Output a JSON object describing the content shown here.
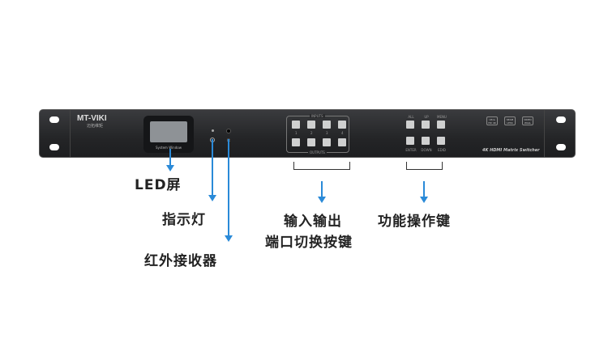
{
  "device": {
    "brand": "MT-VIKI",
    "brand_sub": "迈拓维矩",
    "lcd_caption": "System Window",
    "ir_label": "IR",
    "inputs_label": "INPUTS",
    "outputs_label": "OUTPUTS",
    "port_numbers": [
      "1",
      "2",
      "3",
      "4"
    ],
    "function_top": [
      "ALL",
      "UP",
      "MENU"
    ],
    "function_bottom": [
      "ENTER",
      "DOWN",
      "EDID"
    ],
    "badges": [
      "Ultra HD 4K",
      "SEAM LESS",
      "VIDEO WALL"
    ],
    "model": "4K HDMI Matrix Switcher"
  },
  "callouts": {
    "led_screen": "LED屏",
    "indicator": "指示灯",
    "ir_receiver": "红外接收器",
    "io_line1": "输入输出",
    "io_line2": "端口切换按键",
    "function_keys": "功能操作键"
  },
  "colors": {
    "arrow": "#2a8ad8"
  }
}
